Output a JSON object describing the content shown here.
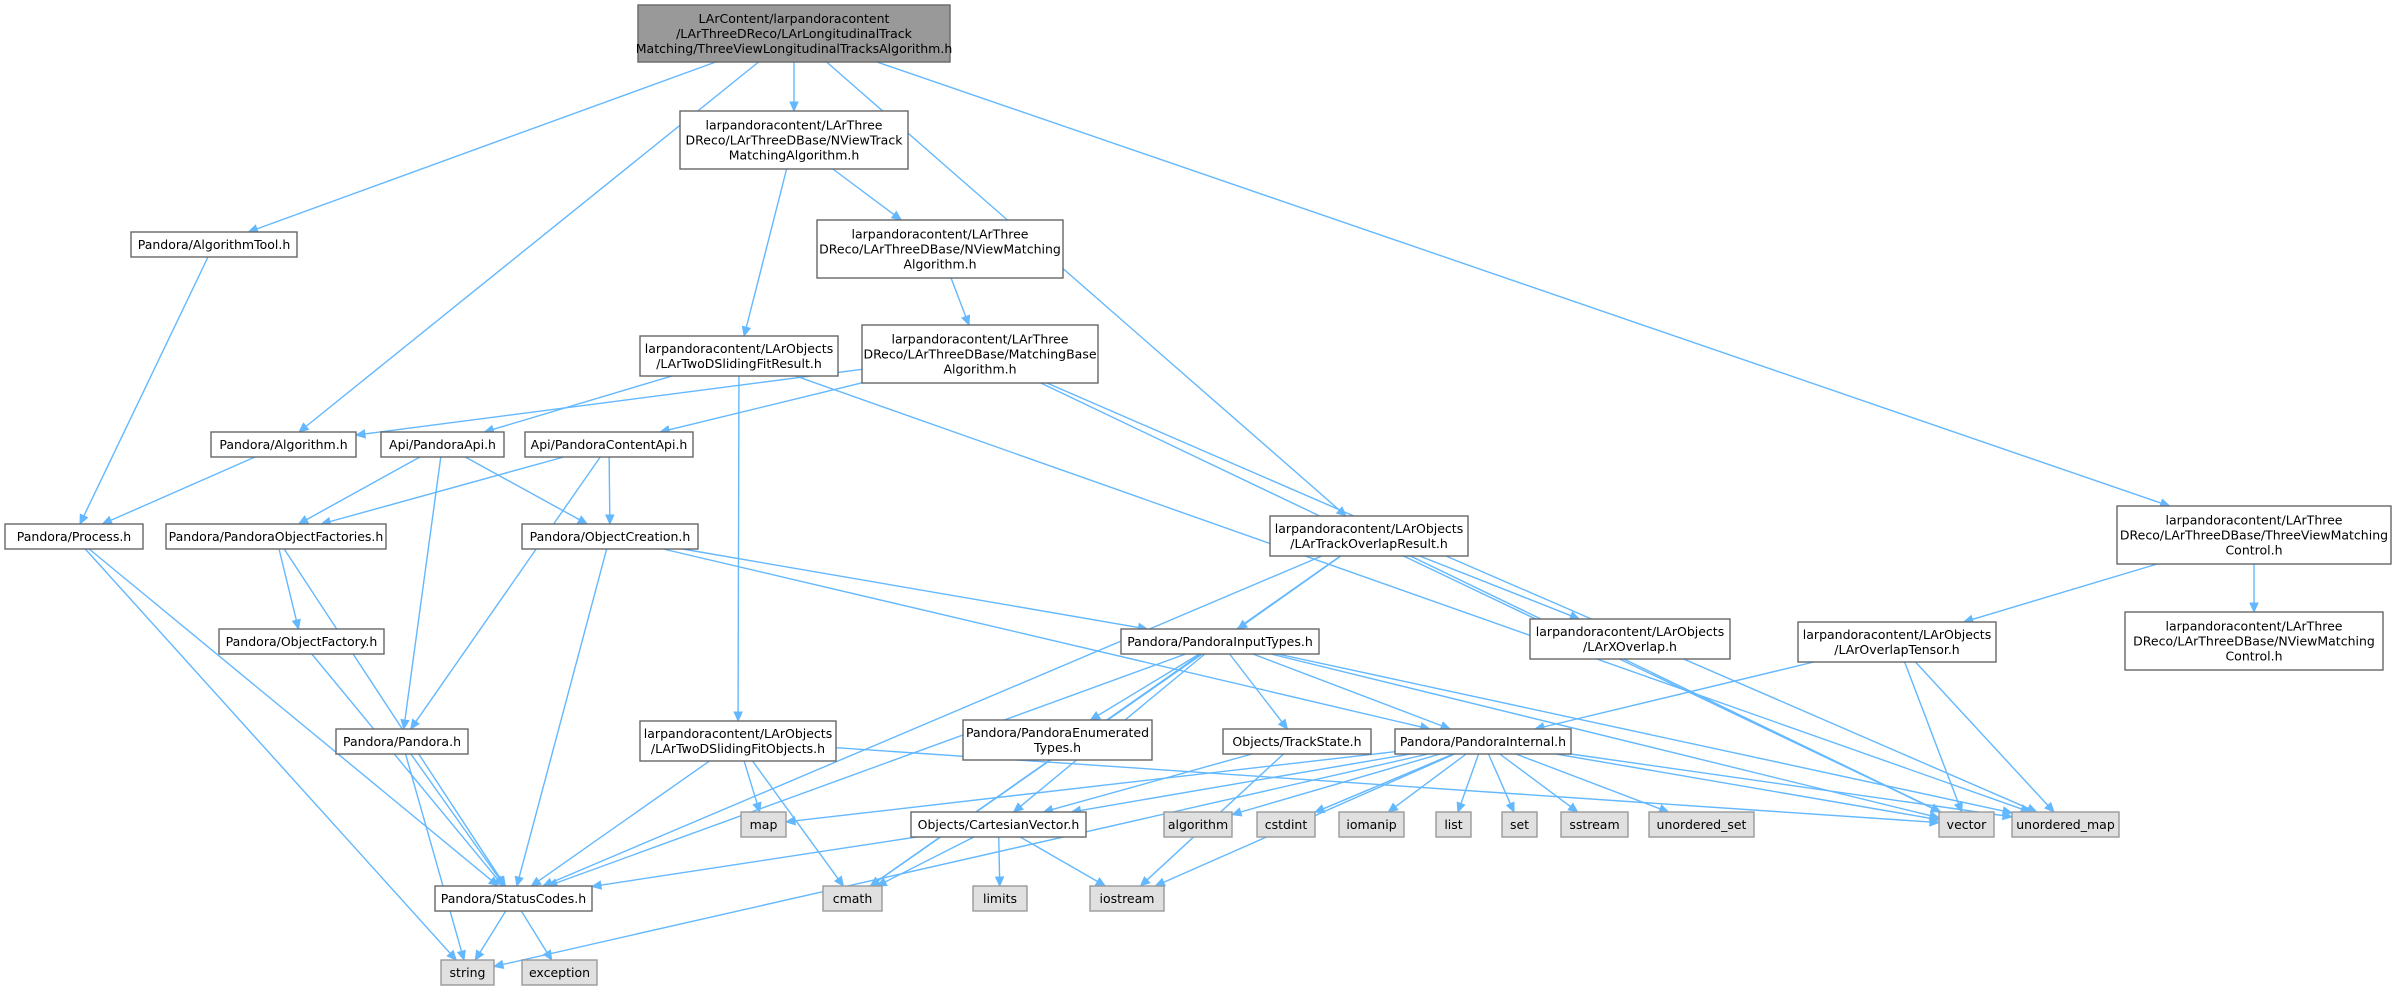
{
  "graph": {
    "colors": {
      "edge": "#63b8ff",
      "root_fill": "#999999",
      "system_fill": "#e0e0e0",
      "local_fill": "#ffffff",
      "border": "#666666"
    },
    "nodes": [
      {
        "id": "root",
        "kind": "root",
        "lines": [
          "LArContent/larpandoracontent",
          "/LArThreeDReco/LArLongitudinalTrack",
          "Matching/ThreeViewLongitudinalTracksAlgorithm.h"
        ]
      },
      {
        "id": "nview_track",
        "kind": "local",
        "lines": [
          "larpandoracontent/LArThree",
          "DReco/LArThreeDBase/NViewTrack",
          "MatchingAlgorithm.h"
        ]
      },
      {
        "id": "algtool",
        "kind": "local",
        "lines": [
          "Pandora/AlgorithmTool.h"
        ]
      },
      {
        "id": "nview_matching",
        "kind": "local",
        "lines": [
          "larpandoracontent/LArThree",
          "DReco/LArThreeDBase/NViewMatching",
          "Algorithm.h"
        ]
      },
      {
        "id": "twod_result",
        "kind": "local",
        "lines": [
          "larpandoracontent/LArObjects",
          "/LArTwoDSlidingFitResult.h"
        ]
      },
      {
        "id": "matching_base",
        "kind": "local",
        "lines": [
          "larpandoracontent/LArThree",
          "DReco/LArThreeDBase/MatchingBase",
          "Algorithm.h"
        ]
      },
      {
        "id": "algorithm",
        "kind": "local",
        "lines": [
          "Pandora/Algorithm.h"
        ]
      },
      {
        "id": "pandoraapi",
        "kind": "local",
        "lines": [
          "Api/PandoraApi.h"
        ]
      },
      {
        "id": "contentapi",
        "kind": "local",
        "lines": [
          "Api/PandoraContentApi.h"
        ]
      },
      {
        "id": "process",
        "kind": "local",
        "lines": [
          "Pandora/Process.h"
        ]
      },
      {
        "id": "objfactories",
        "kind": "local",
        "lines": [
          "Pandora/PandoraObjectFactories.h"
        ]
      },
      {
        "id": "objcreation",
        "kind": "local",
        "lines": [
          "Pandora/ObjectCreation.h"
        ]
      },
      {
        "id": "trackoverlap",
        "kind": "local",
        "lines": [
          "larpandoracontent/LArObjects",
          "/LArTrackOverlapResult.h"
        ]
      },
      {
        "id": "tvmcontrol",
        "kind": "local",
        "lines": [
          "larpandoracontent/LArThree",
          "DReco/LArThreeDBase/ThreeViewMatching",
          "Control.h"
        ]
      },
      {
        "id": "objfactory",
        "kind": "local",
        "lines": [
          "Pandora/ObjectFactory.h"
        ]
      },
      {
        "id": "inputtypes",
        "kind": "local",
        "lines": [
          "Pandora/PandoraInputTypes.h"
        ]
      },
      {
        "id": "xoverlap",
        "kind": "local",
        "lines": [
          "larpandoracontent/LArObjects",
          "/LArXOverlap.h"
        ]
      },
      {
        "id": "overlaptensor",
        "kind": "local",
        "lines": [
          "larpandoracontent/LArObjects",
          "/LArOverlapTensor.h"
        ]
      },
      {
        "id": "nvmcontrol",
        "kind": "local",
        "lines": [
          "larpandoracontent/LArThree",
          "DReco/LArThreeDBase/NViewMatching",
          "Control.h"
        ]
      },
      {
        "id": "enumtypes",
        "kind": "local",
        "lines": [
          "Pandora/PandoraEnumerated",
          "Types.h"
        ]
      },
      {
        "id": "pandora",
        "kind": "local",
        "lines": [
          "Pandora/Pandora.h"
        ]
      },
      {
        "id": "twod_objects",
        "kind": "local",
        "lines": [
          "larpandoracontent/LArObjects",
          "/LArTwoDSlidingFitObjects.h"
        ]
      },
      {
        "id": "trackstate",
        "kind": "local",
        "lines": [
          "Objects/TrackState.h"
        ]
      },
      {
        "id": "internal",
        "kind": "local",
        "lines": [
          "Pandora/PandoraInternal.h"
        ]
      },
      {
        "id": "map",
        "kind": "system",
        "lines": [
          "map"
        ]
      },
      {
        "id": "cartesian",
        "kind": "local",
        "lines": [
          "Objects/CartesianVector.h"
        ]
      },
      {
        "id": "algorithm_std",
        "kind": "system",
        "lines": [
          "algorithm"
        ]
      },
      {
        "id": "cstdint",
        "kind": "system",
        "lines": [
          "cstdint"
        ]
      },
      {
        "id": "iomanip",
        "kind": "system",
        "lines": [
          "iomanip"
        ]
      },
      {
        "id": "list",
        "kind": "system",
        "lines": [
          "list"
        ]
      },
      {
        "id": "set",
        "kind": "system",
        "lines": [
          "set"
        ]
      },
      {
        "id": "sstream",
        "kind": "system",
        "lines": [
          "sstream"
        ]
      },
      {
        "id": "unordered_set",
        "kind": "system",
        "lines": [
          "unordered_set"
        ]
      },
      {
        "id": "vector",
        "kind": "system",
        "lines": [
          "vector"
        ]
      },
      {
        "id": "unordered_map",
        "kind": "system",
        "lines": [
          "unordered_map"
        ]
      },
      {
        "id": "statuscodes",
        "kind": "local",
        "lines": [
          "Pandora/StatusCodes.h"
        ]
      },
      {
        "id": "cmath",
        "kind": "system",
        "lines": [
          "cmath"
        ]
      },
      {
        "id": "limits",
        "kind": "system",
        "lines": [
          "limits"
        ]
      },
      {
        "id": "iostream",
        "kind": "system",
        "lines": [
          "iostream"
        ]
      },
      {
        "id": "string",
        "kind": "system",
        "lines": [
          "string"
        ]
      },
      {
        "id": "exception",
        "kind": "system",
        "lines": [
          "exception"
        ]
      }
    ],
    "edges": [
      [
        "root",
        "nview_track"
      ],
      [
        "root",
        "algtool"
      ],
      [
        "root",
        "algorithm"
      ],
      [
        "root",
        "trackoverlap"
      ],
      [
        "root",
        "tvmcontrol"
      ],
      [
        "nview_track",
        "nview_matching"
      ],
      [
        "nview_track",
        "twod_result"
      ],
      [
        "nview_matching",
        "matching_base"
      ],
      [
        "matching_base",
        "algorithm"
      ],
      [
        "matching_base",
        "contentapi"
      ],
      [
        "matching_base",
        "vector"
      ],
      [
        "matching_base",
        "unordered_map"
      ],
      [
        "twod_result",
        "pandoraapi"
      ],
      [
        "twod_result",
        "twod_objects"
      ],
      [
        "twod_result",
        "unordered_map"
      ],
      [
        "algtool",
        "process"
      ],
      [
        "algorithm",
        "process"
      ],
      [
        "pandoraapi",
        "objfactories"
      ],
      [
        "pandoraapi",
        "objcreation"
      ],
      [
        "pandoraapi",
        "pandora"
      ],
      [
        "contentapi",
        "objfactories"
      ],
      [
        "contentapi",
        "objcreation"
      ],
      [
        "contentapi",
        "pandora"
      ],
      [
        "process",
        "statuscodes"
      ],
      [
        "process",
        "string"
      ],
      [
        "objfactories",
        "objfactory"
      ],
      [
        "objfactories",
        "statuscodes"
      ],
      [
        "objfactory",
        "statuscodes"
      ],
      [
        "objcreation",
        "inputtypes"
      ],
      [
        "objcreation",
        "internal"
      ],
      [
        "objcreation",
        "statuscodes"
      ],
      [
        "trackoverlap",
        "inputtypes"
      ],
      [
        "trackoverlap",
        "xoverlap"
      ],
      [
        "trackoverlap",
        "statuscodes"
      ],
      [
        "trackoverlap",
        "cmath"
      ],
      [
        "trackoverlap",
        "vector"
      ],
      [
        "tvmcontrol",
        "overlaptensor"
      ],
      [
        "tvmcontrol",
        "nvmcontrol"
      ],
      [
        "overlaptensor",
        "internal"
      ],
      [
        "overlaptensor",
        "vector"
      ],
      [
        "overlaptensor",
        "unordered_map"
      ],
      [
        "inputtypes",
        "enumtypes"
      ],
      [
        "inputtypes",
        "trackstate"
      ],
      [
        "inputtypes",
        "internal"
      ],
      [
        "inputtypes",
        "cartesian"
      ],
      [
        "inputtypes",
        "statuscodes"
      ],
      [
        "inputtypes",
        "cmath"
      ],
      [
        "inputtypes",
        "vector"
      ],
      [
        "inputtypes",
        "unordered_map"
      ],
      [
        "pandora",
        "statuscodes"
      ],
      [
        "pandora",
        "string"
      ],
      [
        "twod_objects",
        "map"
      ],
      [
        "twod_objects",
        "statuscodes"
      ],
      [
        "twod_objects",
        "cmath"
      ],
      [
        "twod_objects",
        "vector"
      ],
      [
        "trackstate",
        "cartesian"
      ],
      [
        "trackstate",
        "iostream"
      ],
      [
        "internal",
        "map"
      ],
      [
        "internal",
        "cartesian"
      ],
      [
        "internal",
        "algorithm_std"
      ],
      [
        "internal",
        "cstdint"
      ],
      [
        "internal",
        "iomanip"
      ],
      [
        "internal",
        "list"
      ],
      [
        "internal",
        "set"
      ],
      [
        "internal",
        "sstream"
      ],
      [
        "internal",
        "unordered_set"
      ],
      [
        "internal",
        "vector"
      ],
      [
        "internal",
        "unordered_map"
      ],
      [
        "internal",
        "iostream"
      ],
      [
        "internal",
        "string"
      ],
      [
        "cartesian",
        "statuscodes"
      ],
      [
        "cartesian",
        "cmath"
      ],
      [
        "cartesian",
        "limits"
      ],
      [
        "cartesian",
        "iostream"
      ],
      [
        "statuscodes",
        "string"
      ],
      [
        "statuscodes",
        "exception"
      ]
    ]
  }
}
